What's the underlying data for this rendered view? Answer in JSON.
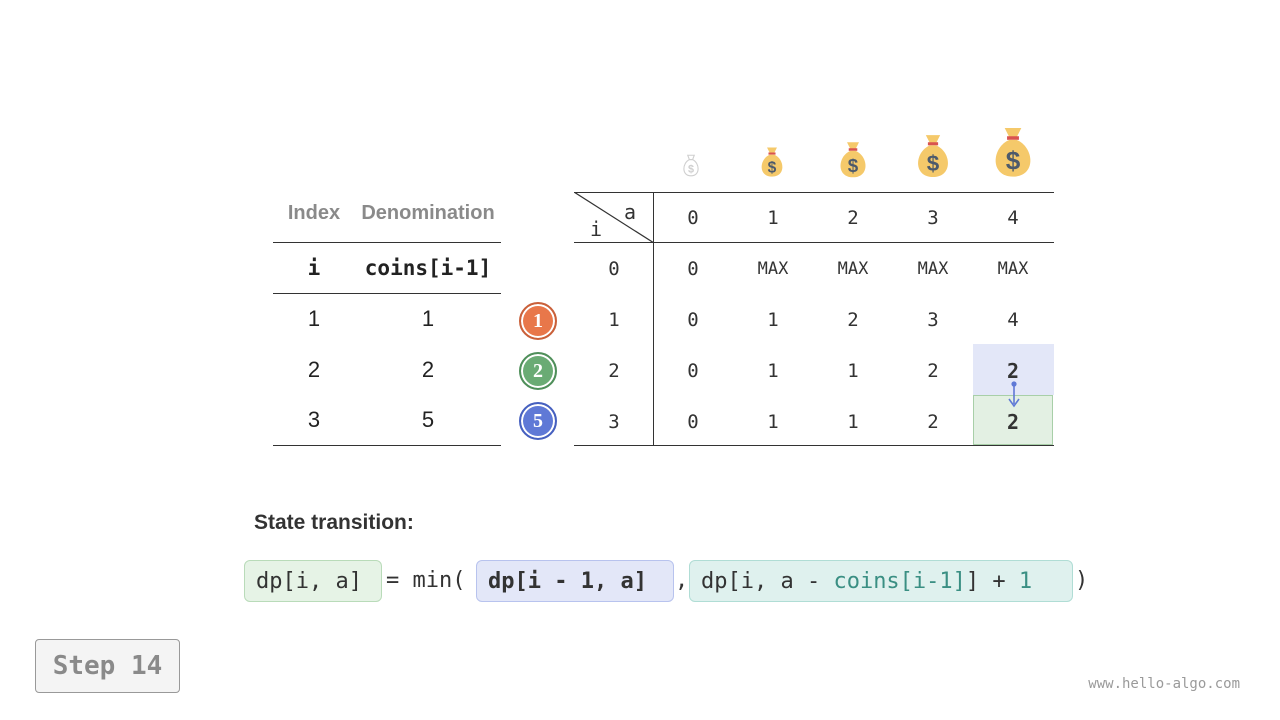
{
  "coins_table": {
    "headers": [
      "Index",
      "Denomination"
    ],
    "subheaders": [
      "i",
      "coins[i-1]"
    ],
    "rows": [
      [
        "1",
        "1"
      ],
      [
        "2",
        "2"
      ],
      [
        "3",
        "5"
      ]
    ]
  },
  "badges": [
    "1",
    "2",
    "5"
  ],
  "badge_colors": [
    "#e8774a",
    "#6aab74",
    "#5f79d6"
  ],
  "dp_table": {
    "corner_col": "a",
    "corner_row": "i",
    "col_headers": [
      "0",
      "1",
      "2",
      "3",
      "4"
    ],
    "row_headers": [
      "0",
      "1",
      "2",
      "3"
    ],
    "rows": [
      [
        "0",
        "MAX",
        "MAX",
        "MAX",
        "MAX"
      ],
      [
        "0",
        "1",
        "2",
        "3",
        "4"
      ],
      [
        "0",
        "1",
        "1",
        "2",
        "2"
      ],
      [
        "0",
        "1",
        "1",
        "2",
        "2"
      ]
    ]
  },
  "highlight_colors": {
    "source": "#e3e7f8",
    "target": "#e3f0e3",
    "arrow": "#5f79d6"
  },
  "equation": {
    "title": "State transition:",
    "lhs": "dp[i, a]",
    "eq_min": "= min(",
    "arg1": "dp[i - 1, a]",
    "comma": ",",
    "arg2_a": "dp[i, a - ",
    "arg2_b": "coins[i-1]",
    "arg2_c": "] + ",
    "arg2_d": "1",
    "close": ")"
  },
  "step_label": "Step 14",
  "site": "www.hello-algo.com",
  "icons": [
    "money-bag-icon"
  ]
}
